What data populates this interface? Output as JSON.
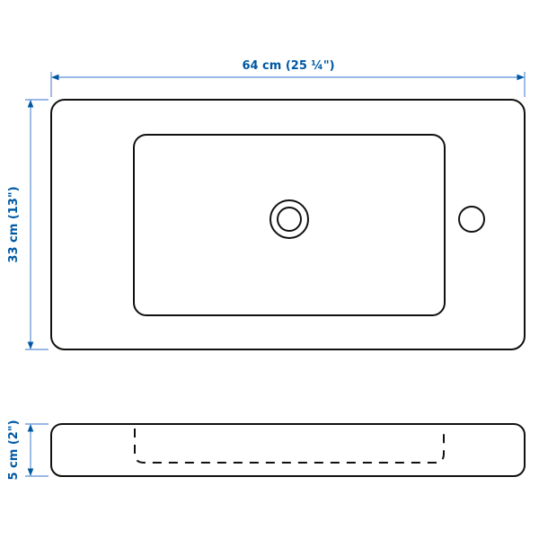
{
  "diagram": {
    "colors": {
      "outline": "#111111",
      "dimension": "#0058a3",
      "dimension_line": "#5b8fd6",
      "background": "#ffffff"
    },
    "top_view": {
      "width_label": "64 cm (25 ¼\")",
      "height_label": "33 cm (13\")",
      "features": [
        "basin",
        "drain-hole",
        "tap-hole"
      ]
    },
    "side_view": {
      "height_label": "5 cm (2\")",
      "features": [
        "hidden-basin-outline"
      ]
    }
  }
}
